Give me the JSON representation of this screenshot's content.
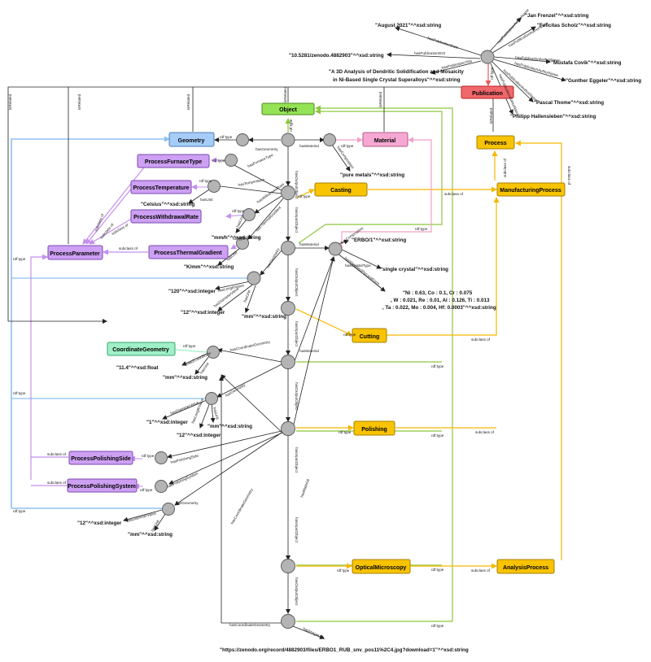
{
  "colors": {
    "object": "#94e255",
    "geometry": "#a6cdf7",
    "material": "#f6a8d2",
    "process": "#f8c300",
    "parameter": "#cda0f3",
    "publication": "#f0686c",
    "coordinate": "#9ff0c6",
    "instance": "#b4b4b4",
    "edge": "#222222",
    "edge_green": "#8ec63f",
    "edge_orange": "#f5b800",
    "edge_purple": "#c48fef",
    "edge_blue": "#8ec0f0",
    "edge_pink": "#f2a0c8",
    "edge_red": "#e8595e"
  },
  "classes": {
    "object": "Object",
    "publication": "Publication",
    "process": "Process",
    "geometry": "Geometry",
    "material": "Material",
    "process_furnace_type": "ProcessFurnaceType",
    "process_temperature": "ProcessTemperature",
    "casting": "Casting",
    "manufacturing_process": "ManufacturingProcess",
    "process_withdrawal_rate": "ProcessWithdrawalRate",
    "process_parameter": "ProcessParameter",
    "process_thermal_gradient": "ProcessThermalGradient",
    "cutting": "Cutting",
    "coordinate_geometry": "CoordinateGeometry",
    "polishing": "Polishing",
    "process_polishing_side": "ProcessPolishingSide",
    "process_polishing_system": "ProcessPolishingSystem",
    "optical_microscopy": "OpticalMicroscopy",
    "analysis_process": "AnalysisProcess"
  },
  "literals": {
    "date": "\"August 2021\"^^xsd:string",
    "doi": "\"10.5281/zenodo.4882903\"^^xsd:string",
    "title_1": "\"A 3D Analysis of Dendritic Solidification and Mosaicity",
    "title_2": "in Ni-Based Single Crystal Superalloys\"^^xsd:string",
    "author_1": "\"Jan Frenzel\"^^xsd:string",
    "author_2": "\"Felicitas Scholz\"^^xsd:string",
    "author_3": "\"Mustafa Covik\"^^xsd:string",
    "author_4": "\"Gunther Eggeler\"^^xsd:string",
    "author_5": "\"Pascal Thome\"^^xsd:string",
    "author_6": "\"Philipp Hallensleben\"^^xsd:string",
    "pure_metals": "\"pure metals\"^^xsd:string",
    "celsius": "\"Celsius\"^^xsd:string",
    "mm_h": "\"mm/h\"^^xsd:string",
    "k_mm": "\"K/mm\"^^xsd:string",
    "erbo1": "\"ERBO/1\"^^xsd:string",
    "single_crystal": "\"single crystal\"^^xsd:string",
    "comp_1": "\"Ni : 0.63, Co : 0.1, Cr : 0.075",
    "comp_2": ", W : 0.021, Re : 0.01, Al : 0.126, Ti : 0.013",
    "comp_3": ", Ta : 0.022, Mo : 0.004, Hf: 0.0003\"^^xsd:string",
    "len_120": "\"120\"^^xsd:integer",
    "diam_12a": "\"12\"^^xsd:integer",
    "mm_a": "\"mm\"^^xsd:string",
    "z_11_4": "\"11.4\"^^xsd:float",
    "mm_b": "\"mm\"^^xsd:string",
    "one": "\"1\"^^xsd:integer",
    "mm_c": "\"mm\"^^xsd:string",
    "diam_12b": "\"12\"^^xsd:integer",
    "diam_12c": "\"12\"^^xsd:integer",
    "mm_d": "\"mm\"^^xsd:string",
    "url": "\"https://zenodo.org/record/4882903/files/ERBO1_RUB_snv_pos11%2C4.jpg?download=1\"^^xsd:string"
  },
  "edge_labels": {
    "has_publication_date": "hasPublicationDate",
    "has_publication_doi": "hasPublicationDOI",
    "has_publication_title": "hasPublicationTitle",
    "has_author_1": "hasPublicationAuthorName",
    "has_author_2": "hasPublicationAuthorName",
    "has_author_3": "hasPublicationAuthorName",
    "has_author_4": "hasPublicationAuthorName",
    "has_author_5": "hasPublicationAuthorName",
    "has_author_6": "hasPublicationAuthorName",
    "is_related_1": "isRelated",
    "is_related_2": "isRelated",
    "is_related_3": "isRelated",
    "is_related_4": "isRelated",
    "is_related_5": "isRelated",
    "is_related_6": "isRelated",
    "rdf_pub": "rdf:type",
    "rdf_obj": "rdf:type",
    "rdf_geom_1": "rdf:type",
    "rdf_mat_1": "rdf:type",
    "rdf_furnace": "rdf:type",
    "rdf_temp": "rdf:type",
    "rdf_casting": "rdf:type",
    "rdf_withdrawal": "rdf:type",
    "rdf_thermal": "rdf:type",
    "rdf_erbo": "rdf:type",
    "rdf_cutting": "rdf:type",
    "rdf_coord": "rdf:type",
    "rdf_cut_obj": "rdf:type",
    "rdf_left_1": "rdf:type",
    "rdf_polishing": "rdf:type",
    "rdf_pol_side": "rdf:type",
    "rdf_pol_sys": "rdf:type",
    "rdf_left_2": "rdf:type",
    "rdf_optical": "rdf:type",
    "rdf_pol_obj": "rdf:type",
    "rdf_opt_obj": "rdf:type",
    "rdf_last_obj": "rdf:type",
    "has_geometry_1": "hasGeometry",
    "has_material_1": "hasMaterial",
    "has_composition_1": "hasComposition",
    "has_furnace_type": "hasFurnaceType",
    "has_temperature": "hasTemperature",
    "has_unit_1": "hasUnit",
    "has_withdrawal_rate": "hasWithdrawalRate",
    "has_unit_2": "hasUnit",
    "has_thermal_gradient": "hasThermalGradient",
    "has_unit_3": "hasUnit",
    "has_output_object_1": "hasOutputObject",
    "has_input_object_1": "hasInputObject",
    "has_material_2": "hasMaterial",
    "has_geometry_2": "hasGeometry",
    "has_composition_2": "hasComposition",
    "has_crystal_type": "hasCrystalType",
    "has_weighted_percent": "hasWeightedPercentForm",
    "has_length_value": "hasLengthValue",
    "has_diameter_value_1": "hasDiameterValue",
    "has_unit_4": "hasUnit",
    "has_input_object_2": "hasInputObject",
    "has_output_object_2": "hasOutputObject",
    "has_coordinate_geometry_1": "hasCoordinateGeometry",
    "has_z_coordinate": "hasZCoordinate",
    "has_unit_5": "hasUnit",
    "has_material_3": "hasMaterial",
    "has_geometry_3": "hasGeometry",
    "has_diameter_value_2": "hasDiameterValue",
    "has_length_value_2": "hasLengthValue",
    "has_unit_6": "hasUnit",
    "has_input_object_3": "hasInputObject",
    "has_polishing_side": "hasPolishingSide",
    "has_polishing_system": "hasPolishingSystem",
    "has_output_object_3": "hasOutputObject",
    "has_material_4": "hasMaterial",
    "has_geometry_4": "hasGeometry",
    "has_diameter_value_3": "hasDiameterValue",
    "has_unit_7": "hasUnit",
    "has_coordinate_geometry_2": "hasCoordinateGeometry",
    "has_input_object_4": "hasInputObject",
    "has_output_object_4": "hasOutputObject",
    "has_coordinate_geometry_3": "hasCoordinateGeometry",
    "has_image_url": "hasImageURL",
    "subclass_1": "subclass of",
    "subclass_2": "subclass of",
    "subclass_3": "subclass of",
    "subclass_4": "subclass of",
    "subclass_5": "subclass of",
    "subclass_6": "subclass of",
    "subclass_7": "subclass of",
    "subclass_8": "subclass of",
    "subclass_9": "subclass of",
    "subclass_10": "subclass of",
    "subclass_11": "subclass of",
    "subclass_12": "subclass of"
  }
}
